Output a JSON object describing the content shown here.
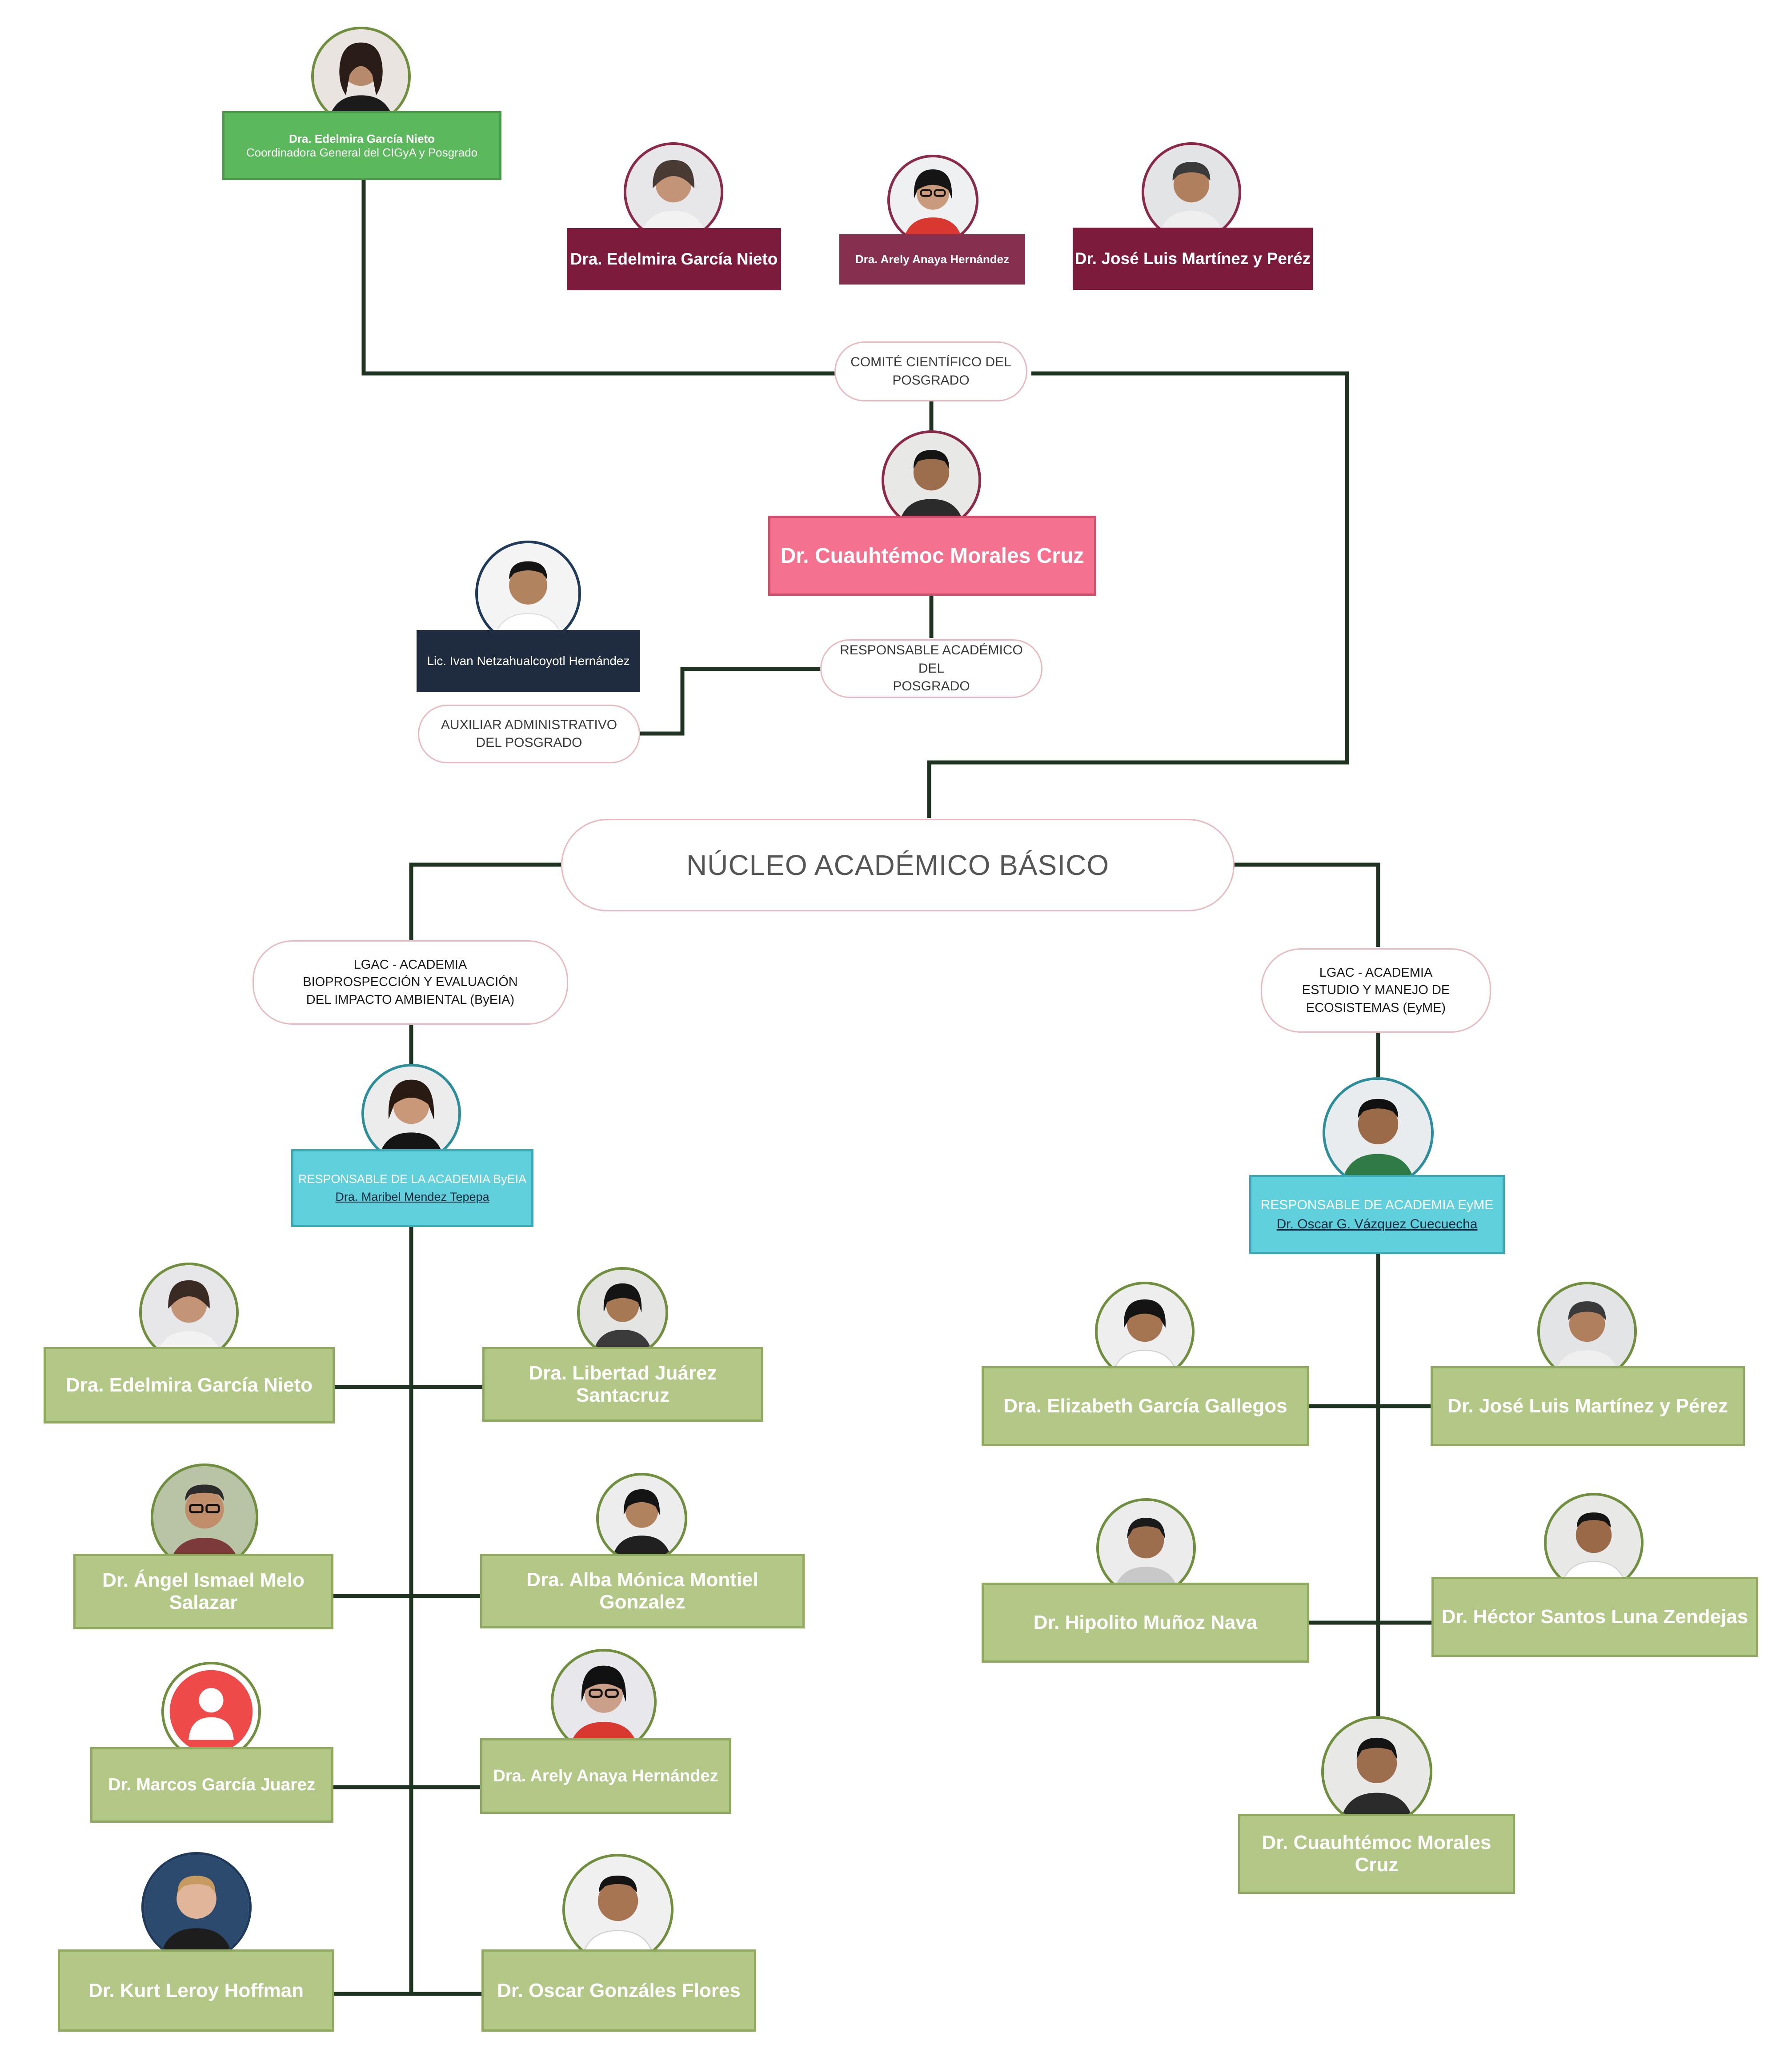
{
  "coordinator": {
    "name": "Dra. Edelmira García Nieto",
    "role": "Coordinadora General del CIGyA y Posgrado"
  },
  "committee_members": [
    {
      "name": "Dra. Edelmira García Nieto"
    },
    {
      "name": "Dra. Arely Anaya Hernández"
    },
    {
      "name": "Dr. José Luis Martínez y Peréz"
    }
  ],
  "labels": {
    "scientific_committee": "COMITÉ CIENTÍFICO DEL\nPOSGRADO",
    "academic_responsible": "RESPONSABLE ACADÉMICO DEL\nPOSGRADO",
    "admin_assistant": "AUXILIAR ADMINISTRATIVO\nDEL POSGRADO",
    "core": "NÚCLEO ACADÉMICO BÁSICO",
    "lgac_left": "LGAC - ACADEMIA\nBIOPROSPECCIÓN Y EVALUACIÓN\nDEL IMPACTO AMBIENTAL (ByEIA)",
    "lgac_right": "LGAC - ACADEMIA\nESTUDIO Y MANEJO DE\nECOSISTEMAS (EyME)"
  },
  "academic_responsible": {
    "name": "Dr. Cuauhtémoc Morales Cruz"
  },
  "admin_assistant": {
    "name": "Lic. Ivan Netzahualcoyotl Hernández"
  },
  "left_head": {
    "title": "RESPONSABLE DE LA ACADEMIA ByEIA",
    "name": "Dra. Maribel Mendez Tepepa"
  },
  "right_head": {
    "title": "RESPONSABLE DE ACADEMIA EyME",
    "name": "Dr. Oscar G. Vázquez Cuecuecha"
  },
  "left_members": [
    "Dra. Edelmira García Nieto",
    "Dra. Libertad Juárez Santacruz",
    "Dr. Ángel Ismael Melo Salazar",
    "Dra. Alba Mónica Montiel Gonzalez",
    "Dr. Marcos García Juarez",
    "Dra. Arely Anaya Hernández",
    "Dr. Kurt Leroy Hoffman",
    "Dr. Oscar Gonzáles Flores"
  ],
  "right_members": [
    "Dra. Elizabeth García Gallegos",
    "Dr. José Luis Martínez y Pérez",
    "Dr. Hipolito Muñoz Nava",
    "Dr. Héctor Santos Luna Zendejas",
    "Dr. Cuauhtémoc Morales Cruz"
  ],
  "icons": {
    "placeholder": "user-silhouette-icon"
  },
  "colors": {
    "line": "#1e3320",
    "member_box": "#b3c786",
    "coordinator_box": "#5cb85c",
    "committee_box": "#7d1b3c",
    "responsible_box": "#f4728f",
    "head_box": "#5fd0dc",
    "assistant_box": "#1f2c3f",
    "pill_border": "#e8b9c1"
  }
}
